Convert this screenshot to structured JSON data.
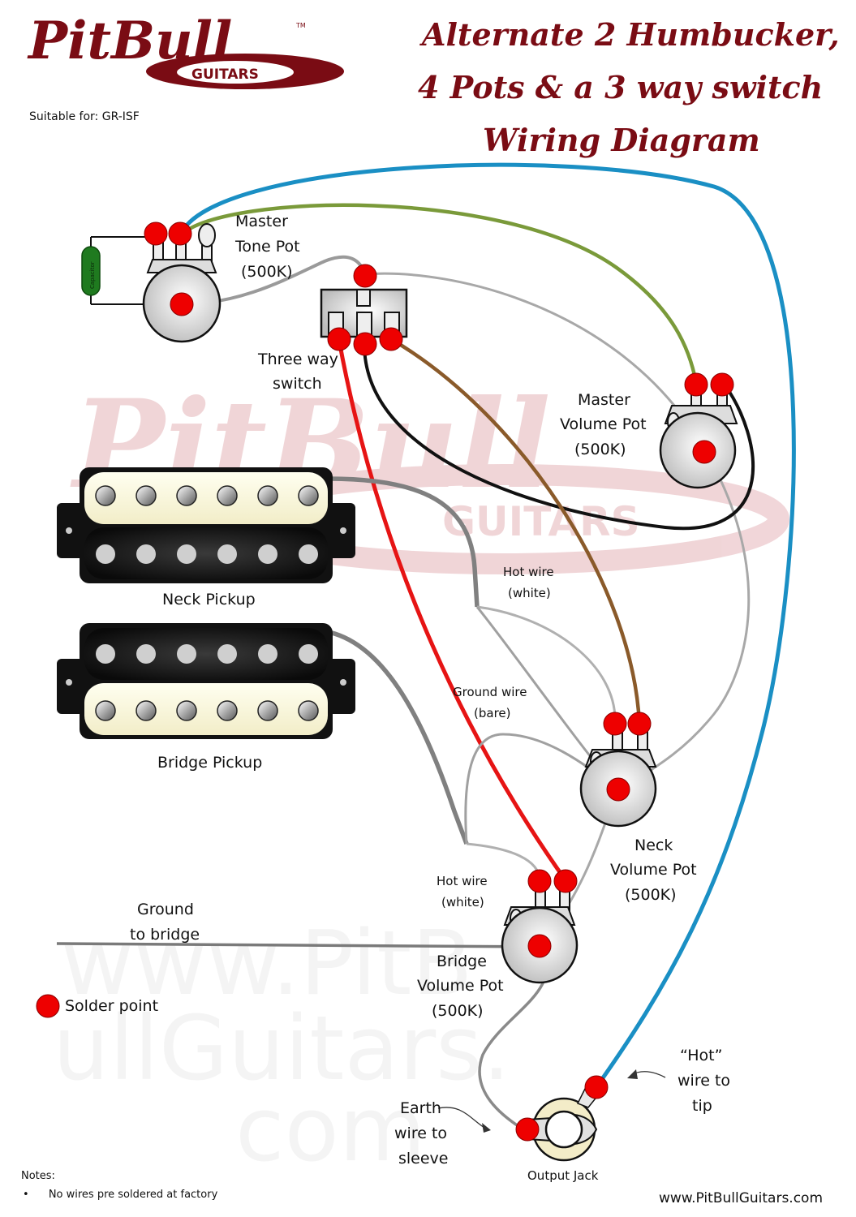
{
  "brand": {
    "name": "PitBull",
    "trademark": "TM",
    "sub": "GUITARS",
    "color": "#7a0c14"
  },
  "suitable_for": "Suitable for: GR-ISF",
  "title": {
    "line1": "Alternate 2 Humbucker,",
    "line2": "4 Pots & a 3 way switch",
    "line3": "Wiring Diagram"
  },
  "watermark": {
    "logo_name": "PitBull",
    "logo_sub": "GUITARS",
    "url_line1": "www.PitB",
    "url_line2": "ullGuitars.",
    "url_line3": "com"
  },
  "components": {
    "capacitor": "Capacitor",
    "master_tone": [
      "Master",
      "Tone Pot",
      "(500K)"
    ],
    "three_way": [
      "Three way",
      "switch"
    ],
    "master_volume": [
      "Master",
      "Volume Pot",
      "(500K)"
    ],
    "neck_pickup": "Neck Pickup",
    "bridge_pickup": "Bridge Pickup",
    "neck_volume": [
      "Neck",
      "Volume Pot",
      "(500K)"
    ],
    "bridge_volume": [
      "Bridge",
      "Volume Pot",
      "(500K)"
    ],
    "output_jack": "Output Jack"
  },
  "annotations": {
    "hot_wire_neck": [
      "Hot wire",
      "(white)"
    ],
    "ground_wire": [
      "Ground wire",
      "(bare)"
    ],
    "hot_wire_bridge": [
      "Hot wire",
      "(white)"
    ],
    "ground_to_bridge": [
      "Ground",
      "to bridge"
    ],
    "earth_wire": [
      "Earth",
      "wire to",
      "sleeve"
    ],
    "hot_to_tip": [
      "“Hot”",
      "wire to",
      "tip"
    ]
  },
  "legend": {
    "solder_point": "Solder point",
    "solder_color": "#ee0000"
  },
  "notes": {
    "heading": "Notes:",
    "items": [
      "No wires pre soldered at factory"
    ]
  },
  "website": "www.PitBullGuitars.com",
  "wire_colors": {
    "blue": "#1a8fc4",
    "green": "#7a9a3a",
    "red": "#e61414",
    "black": "#111111",
    "brown": "#8a5a2a",
    "grey": "#9a9a9a",
    "dark_grey": "#7a7a7a"
  }
}
